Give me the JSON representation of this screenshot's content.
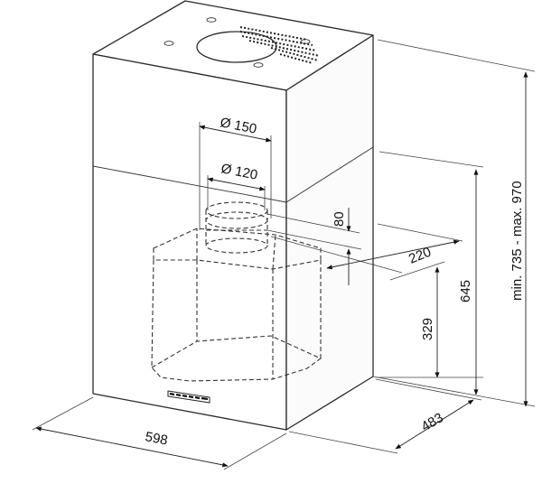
{
  "dimensions": {
    "width": "598",
    "depth": "483",
    "height_body": "645",
    "height_total": "min. 735 - max. 970",
    "height_outlet": "329",
    "offset_depth": "220",
    "offset_vertical": "80",
    "duct_outer": "Ø 150",
    "duct_inner": "Ø 120"
  }
}
